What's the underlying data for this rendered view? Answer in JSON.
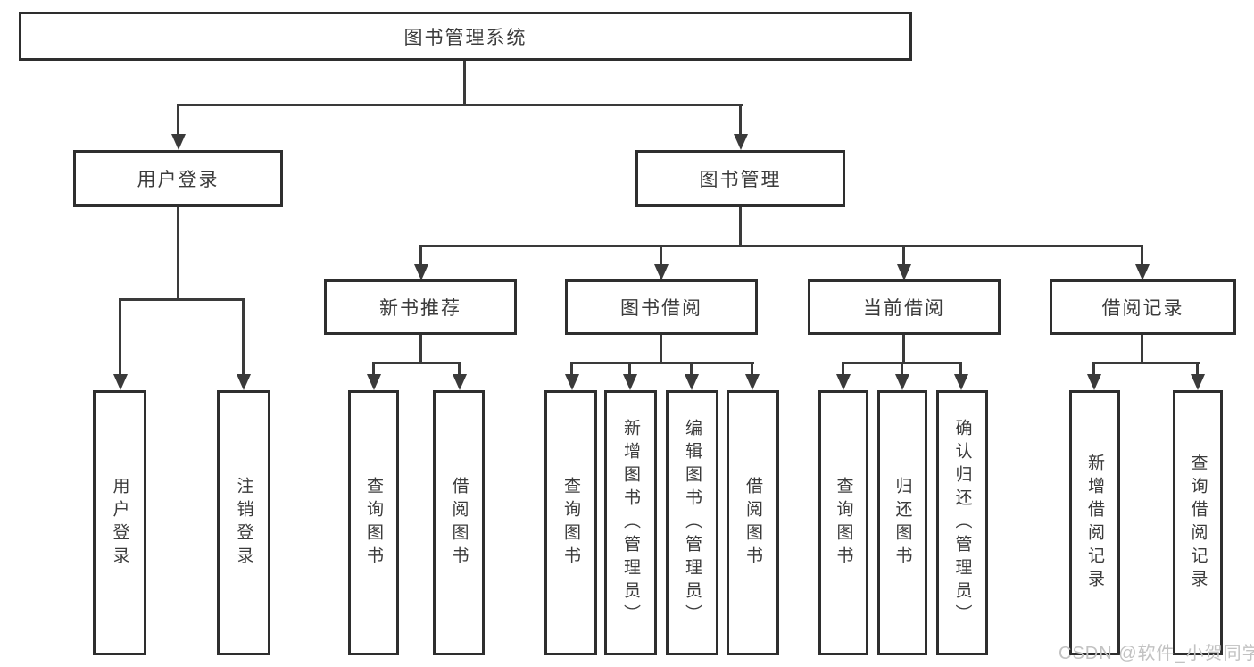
{
  "colors": {
    "line": "#3a3a3a",
    "box_border": "#2e2e2e",
    "box_fill": "#ffffff",
    "text": "#3b3b3b",
    "watermark_text": "#c2c2c2"
  },
  "tree": {
    "root": "图书管理系统",
    "branches": [
      {
        "label": "用户登录",
        "children": [
          "用户登录",
          "注销登录"
        ]
      },
      {
        "label": "图书管理",
        "groups": [
          {
            "label": "新书推荐",
            "children": [
              "查询图书",
              "借阅图书"
            ]
          },
          {
            "label": "图书借阅",
            "children": [
              "查询图书",
              "新增图书（管理员）",
              "编辑图书（管理员）",
              "借阅图书"
            ]
          },
          {
            "label": "当前借阅",
            "children": [
              "查询图书",
              "归还图书",
              "确认归还（管理员）"
            ]
          },
          {
            "label": "借阅记录",
            "children": [
              "新增借阅记录",
              "查询借阅记录"
            ]
          }
        ]
      }
    ]
  },
  "watermark": "CSDN @软件_小贺同学"
}
